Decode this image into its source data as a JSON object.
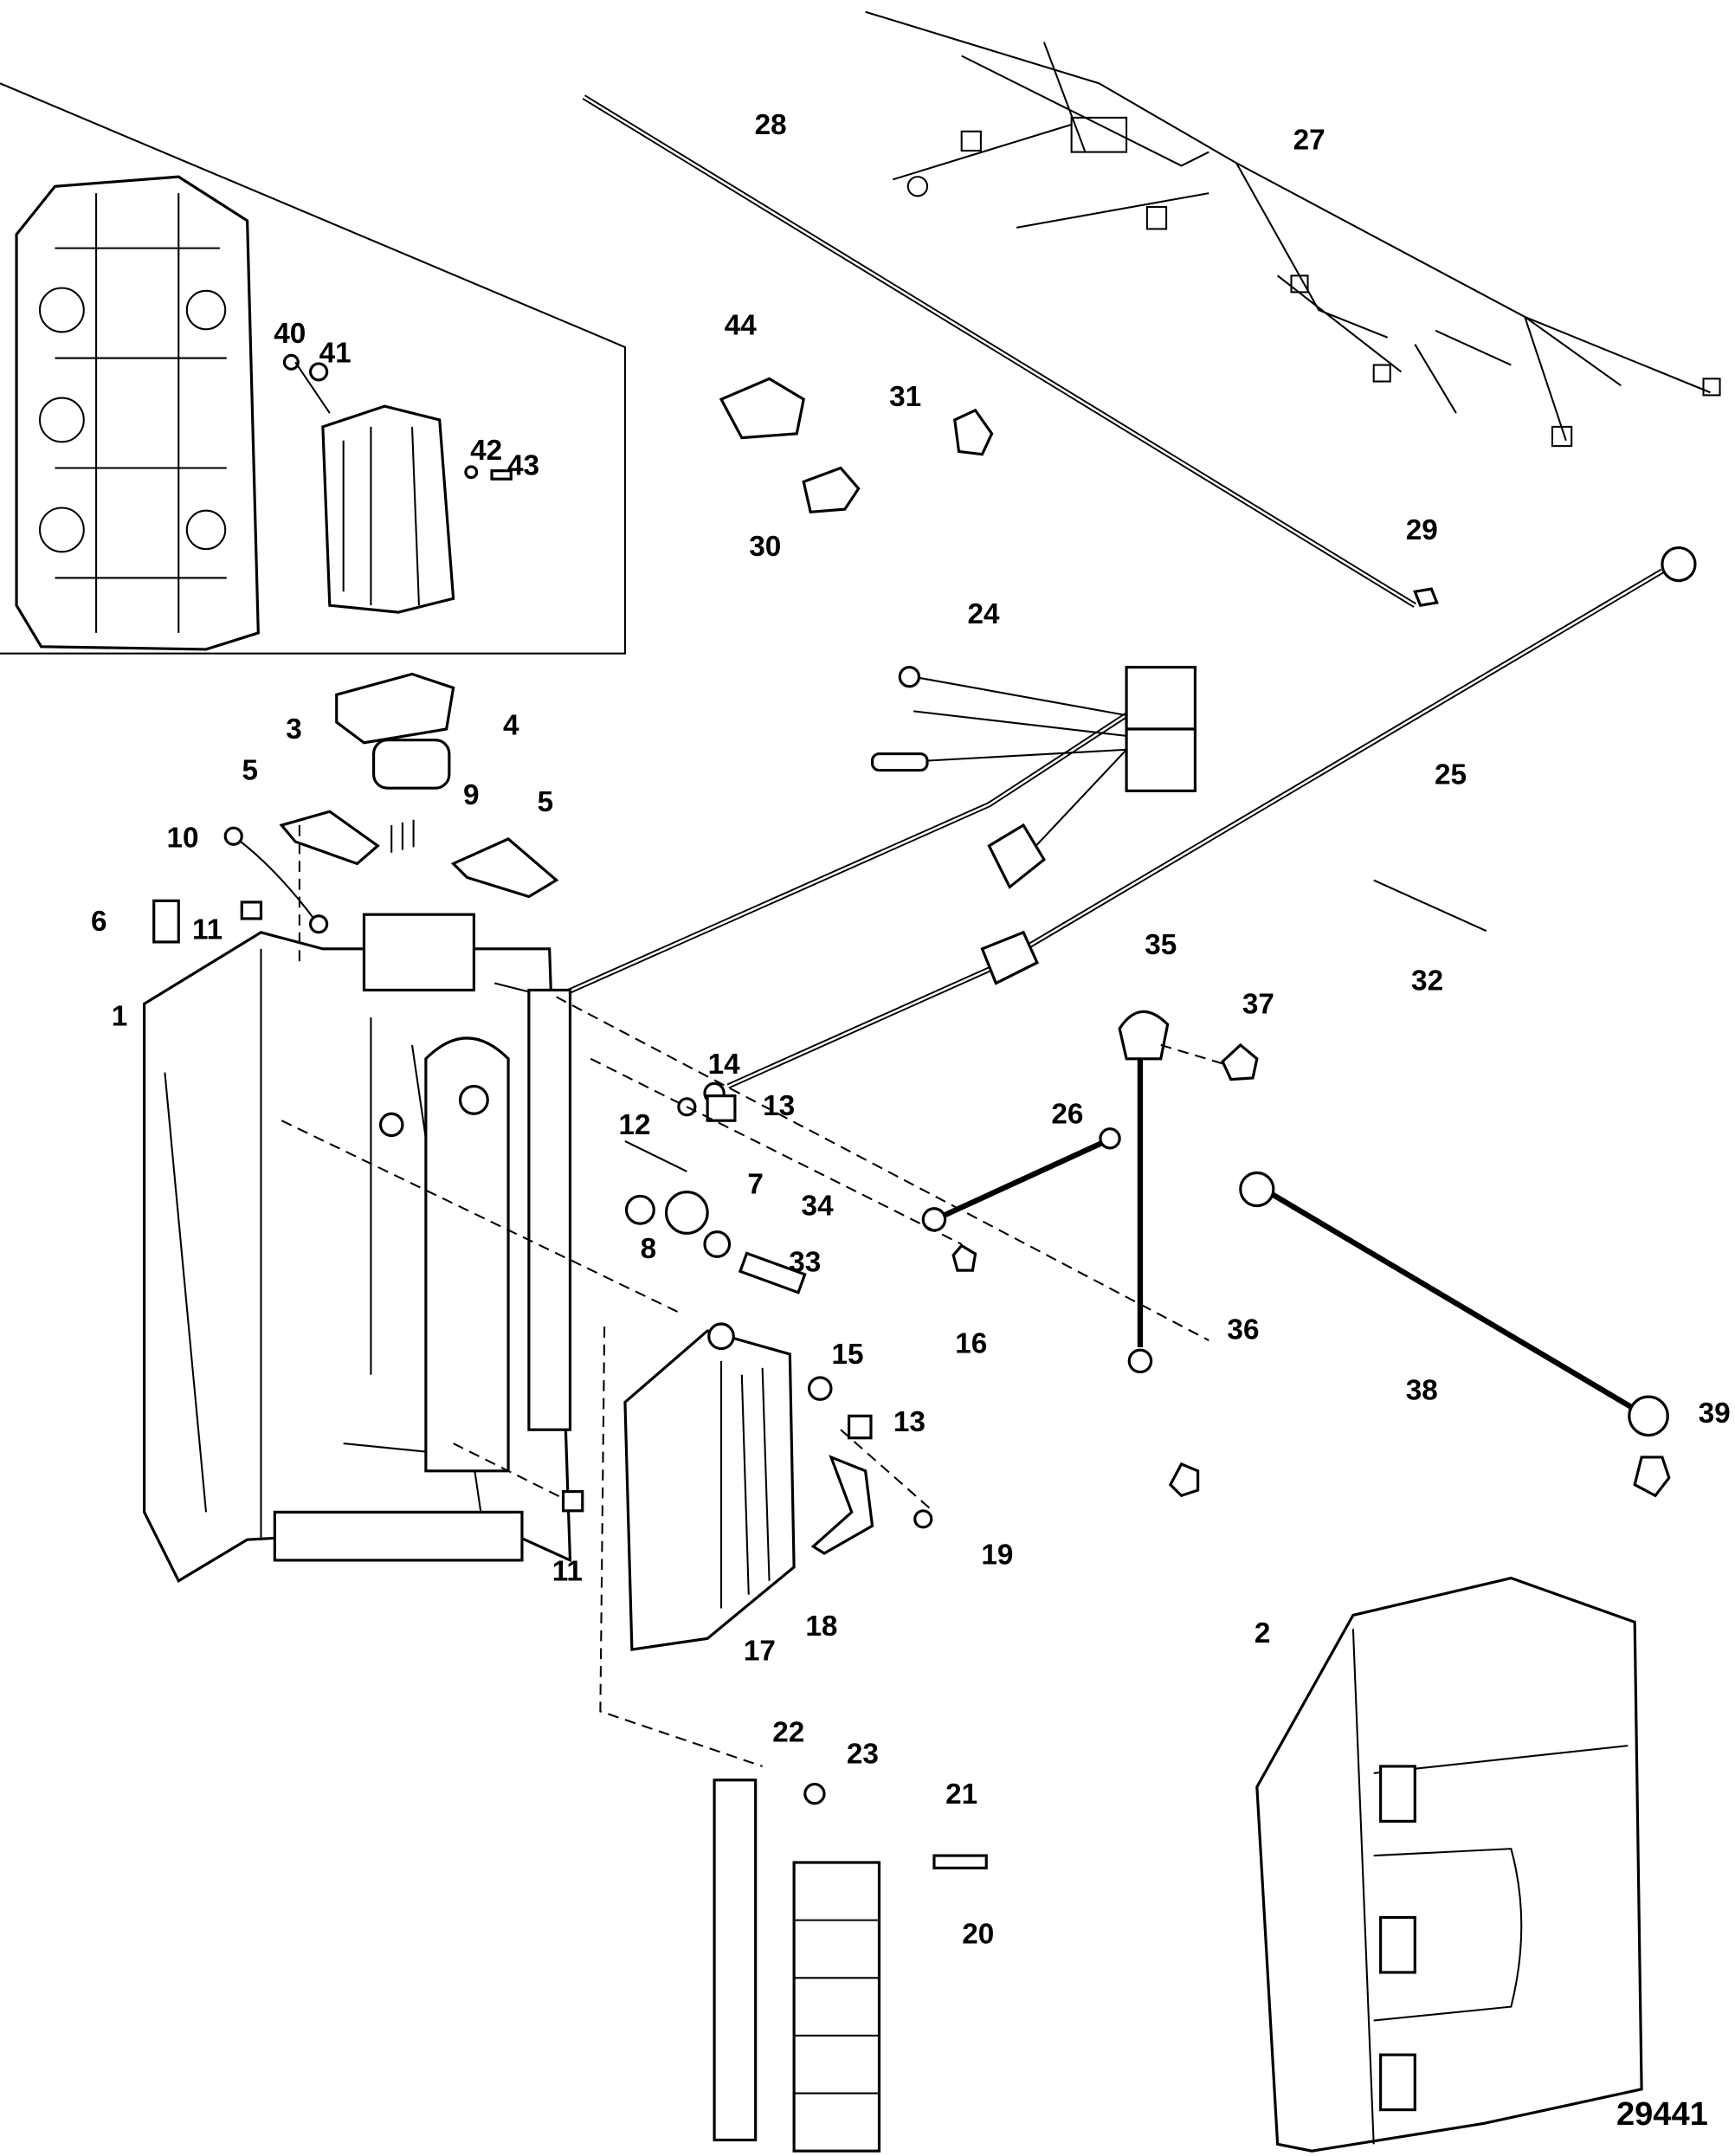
{
  "figure_number": "29441",
  "labels": [
    "28",
    "27",
    "44",
    "31",
    "30",
    "29",
    "40",
    "41",
    "42",
    "43",
    "24",
    "25",
    "3",
    "4",
    "5",
    "5",
    "9",
    "10",
    "6",
    "11",
    "1",
    "32",
    "35",
    "37",
    "14",
    "13",
    "12",
    "26",
    "7",
    "34",
    "8",
    "33",
    "16",
    "36",
    "38",
    "39",
    "15",
    "13",
    "19",
    "11",
    "17",
    "18",
    "2",
    "22",
    "23",
    "21",
    "20"
  ],
  "colors": {
    "line": "#000000",
    "background": "#ffffff"
  }
}
